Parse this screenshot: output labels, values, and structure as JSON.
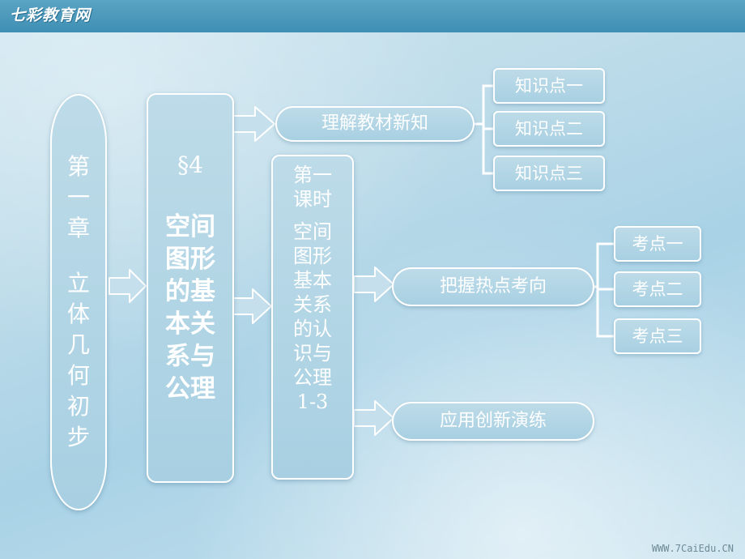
{
  "header": {
    "logo_text": "七彩教育网"
  },
  "chapter": {
    "lines": [
      "第",
      "一",
      "章",
      "立",
      "体",
      "几",
      "何",
      "初",
      "步"
    ]
  },
  "section": {
    "number": "§4",
    "title": "空间图形的基本关系与公理"
  },
  "lesson": {
    "period": "第一课时",
    "topic": "空间图形基本关系的认识与公理1-3"
  },
  "branches": [
    {
      "label": "理解教材新知",
      "items": [
        "知识点一",
        "知识点二",
        "知识点三"
      ]
    },
    {
      "label": "把握热点考向",
      "items": [
        "考点一",
        "考点二",
        "考点三"
      ]
    },
    {
      "label": "应用创新演练",
      "items": []
    }
  ],
  "watermark": "WWW.7CaiEdu.CN",
  "colors": {
    "box_fill": "#b2d5e5",
    "border": "#ffffff",
    "header": "#3f8fb4"
  }
}
